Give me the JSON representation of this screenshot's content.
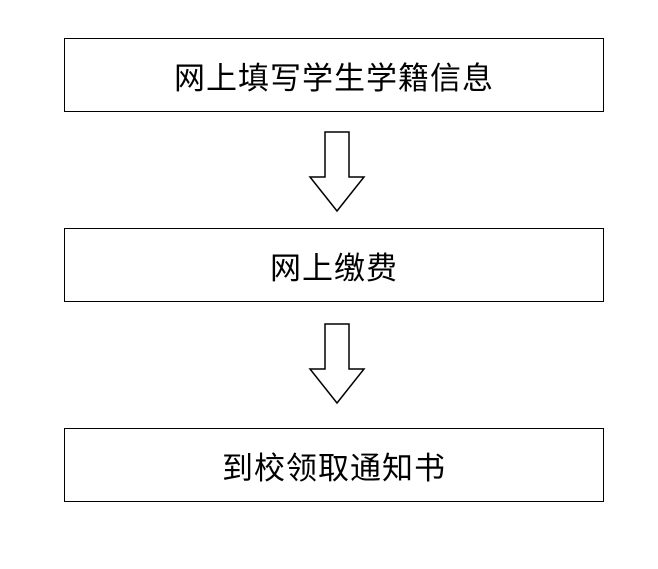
{
  "steps": [
    {
      "label": "网上填写学生学籍信息"
    },
    {
      "label": "网上缴费"
    },
    {
      "label": "到校领取通知书"
    }
  ],
  "colors": {
    "stroke": "#000000",
    "fill": "#ffffff"
  },
  "icons": {
    "connector": "down-arrow-icon"
  }
}
